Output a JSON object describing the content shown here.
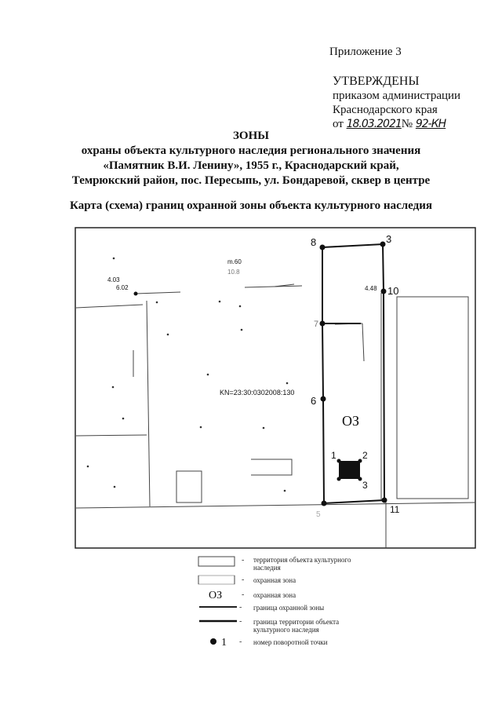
{
  "header": {
    "appendix": "Приложение 3",
    "approved_title": "УТВЕРЖДЕНЫ",
    "approved_line1": "приказом администрации",
    "approved_line2": "Краснодарского края",
    "date_prefix": "от",
    "date_value": "18.03.2021",
    "number_prefix": "№",
    "number_value": "92-КН"
  },
  "title": {
    "line1": "ЗОНЫ",
    "line2": "охраны объекта культурного наследия регионального значения",
    "line3": "«Памятник В.И. Ленину», 1955 г., Краснодарский край,",
    "line4": "Темрюкский район, пос. Пересыпь, ул. Бондаревой, сквер в центре",
    "map_title": "Карта (схема) границ охранной зоны объекта культурного наследия"
  },
  "map": {
    "cadastral_number": "KN=23:30:0302008:130",
    "zone_label": "ОЗ",
    "point_labels": [
      "8",
      "3",
      "10",
      "7",
      "6",
      "5",
      "11",
      "1",
      "2",
      "3"
    ],
    "elevation_labels": [
      "m.60",
      "10.8",
      "4.03",
      "6.02",
      "4.48"
    ]
  },
  "legend": {
    "items": [
      {
        "label": "территория объекта культурного наследия"
      },
      {
        "label": "охранная зона"
      },
      {
        "symbol": "ОЗ",
        "label": "охранная зона"
      },
      {
        "label": "граница охранной зоны"
      },
      {
        "label": "граница территории объекта культурного наследия"
      },
      {
        "symbol": "1",
        "label": "номер поворотной точки"
      }
    ],
    "dash": "-"
  }
}
